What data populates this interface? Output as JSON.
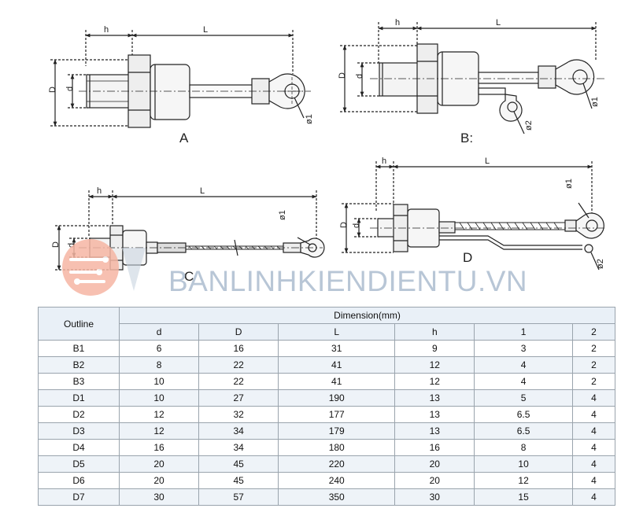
{
  "figure": {
    "variants": [
      {
        "label": "A",
        "dims": [
          "h",
          "L",
          "D",
          "d",
          "ø1"
        ]
      },
      {
        "label": "B:",
        "dims": [
          "h",
          "L",
          "D",
          "d",
          "ø1",
          "ø2"
        ]
      },
      {
        "label": "C",
        "dims": [
          "h",
          "L",
          "D",
          "d",
          "ø1"
        ]
      },
      {
        "label": "D",
        "dims": [
          "h",
          "L",
          "D",
          "d",
          "ø1",
          "ø2"
        ]
      }
    ]
  },
  "watermark": {
    "text": "BANLINHKIENDIENTU.VN"
  },
  "table": {
    "outline_header": "Outline",
    "group_header": "Dimension(mm)",
    "columns": [
      "d",
      "D",
      "L",
      "h",
      "1",
      "2"
    ],
    "rows": [
      {
        "outline": "B1",
        "values": [
          "6",
          "16",
          "31",
          "9",
          "3",
          "2"
        ]
      },
      {
        "outline": "B2",
        "values": [
          "8",
          "22",
          "41",
          "12",
          "4",
          "2"
        ]
      },
      {
        "outline": "B3",
        "values": [
          "10",
          "22",
          "41",
          "12",
          "4",
          "2"
        ]
      },
      {
        "outline": "D1",
        "values": [
          "10",
          "27",
          "190",
          "13",
          "5",
          "4"
        ]
      },
      {
        "outline": "D2",
        "values": [
          "12",
          "32",
          "177",
          "13",
          "6.5",
          "4"
        ]
      },
      {
        "outline": "D3",
        "values": [
          "12",
          "34",
          "179",
          "13",
          "6.5",
          "4"
        ]
      },
      {
        "outline": "D4",
        "values": [
          "16",
          "34",
          "180",
          "16",
          "8",
          "4"
        ]
      },
      {
        "outline": "D5",
        "values": [
          "20",
          "45",
          "220",
          "20",
          "10",
          "4"
        ]
      },
      {
        "outline": "D6",
        "values": [
          "20",
          "45",
          "240",
          "20",
          "12",
          "4"
        ]
      },
      {
        "outline": "D7",
        "values": [
          "30",
          "57",
          "350",
          "30",
          "15",
          "4"
        ]
      }
    ]
  }
}
